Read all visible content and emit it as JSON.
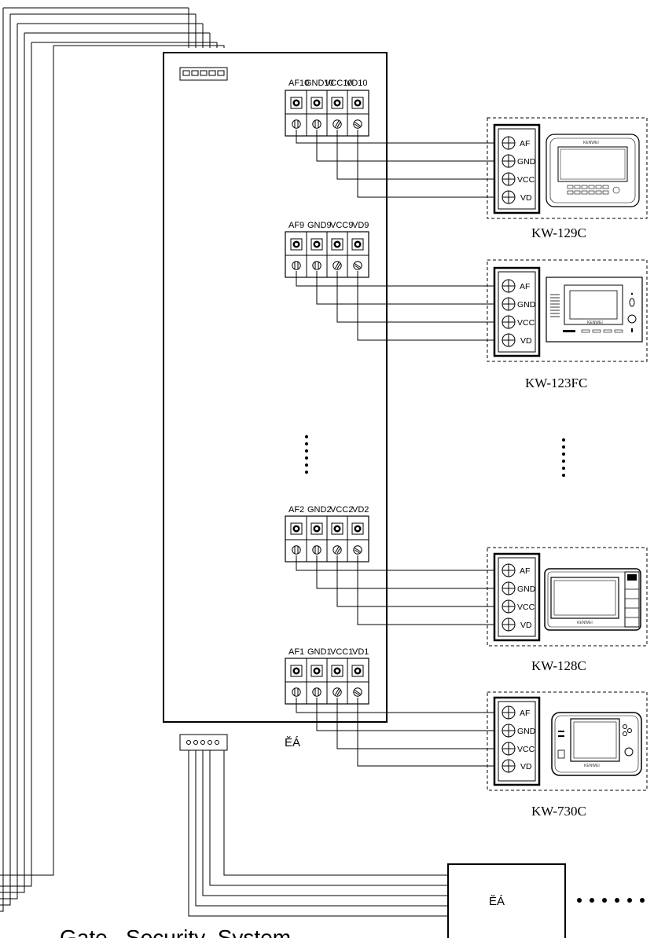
{
  "distributor": {
    "center_label": "ĔÁ",
    "ports": [
      {
        "group": "10",
        "labels": [
          "AF10",
          "GND10",
          "VCC10",
          "VD10"
        ]
      },
      {
        "group": "9",
        "labels": [
          "AF9",
          "GND9",
          "VCC9",
          "VD9"
        ]
      },
      {
        "group": "2",
        "labels": [
          "AF2",
          "GND2",
          "VCC2",
          "VD2"
        ]
      },
      {
        "group": "1",
        "labels": [
          "AF1",
          "GND1",
          "VCC1",
          "VD1"
        ]
      }
    ]
  },
  "monitors": [
    {
      "model": "KW-129C",
      "pins": [
        "AF",
        "GND",
        "VCC",
        "VD"
      ],
      "brand": "KENWEI"
    },
    {
      "model": "KW-123FC",
      "pins": [
        "AF",
        "GND",
        "VCC",
        "VD"
      ],
      "brand": "KENWEI"
    },
    {
      "model": "KW-128C",
      "pins": [
        "AF",
        "GND",
        "VCC",
        "VD"
      ],
      "brand": "KENWEI"
    },
    {
      "model": "KW-730C",
      "pins": [
        "AF",
        "GND",
        "VCC",
        "VD"
      ],
      "brand": "KENWEI"
    }
  ],
  "controller": {
    "label": "ĔÁ"
  },
  "footer": {
    "text": "Gate   Security  System"
  }
}
